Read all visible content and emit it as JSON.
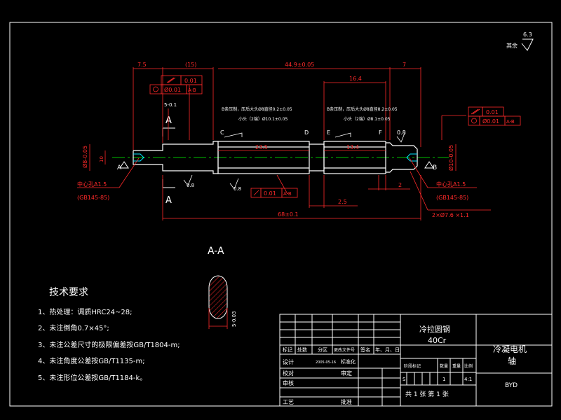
{
  "dims": {
    "d_7_5": "7.5",
    "d_15": "(15)",
    "d_44_9": "44.9±0.05",
    "d_7": "7",
    "d_16_4": "16.4",
    "d_23_5": "23.5",
    "d_13_4": "13.4",
    "d_68": "68±0.1",
    "d_2_5": "2.5",
    "d_2": "2",
    "d_0_8": "0.8",
    "d_0_8b": "0.8",
    "d_0_8c": "0.8",
    "d_dia_left": "Ø8-0.05",
    "d_dia_left2": "10",
    "d_dia_right": "Ø10-0.05",
    "d_key_depth": "5-0.1",
    "d_chamfer": "2×Ø7.6 ×1.1",
    "d_section_dim": "5-0.03"
  },
  "tolerance": {
    "left_top": "0.01",
    "left_bottom": "Ø0.01",
    "left_bottom_ref": "A-B",
    "right_top": "0.01",
    "right_bottom": "Ø0.01",
    "right_bottom_ref": "A-B",
    "mid": "0.01",
    "mid_ref": "A-B"
  },
  "notes": {
    "knurl_left_1": "B条压制，压后大头Ø8直径0.2±0.05",
    "knurl_left_2": "小头（2端）Ø10.1±0.05",
    "knurl_right_1": "B条压制，压后大头Ø8直径8.2±0.05",
    "knurl_right_2": "小头（2端）Ø8.1±0.05"
  },
  "center_holes": {
    "left_line1": "中心孔A1.5",
    "left_line2": "(GB145-85)",
    "right_line1": "中心孔A1.5",
    "right_line2": "(GB145-85)"
  },
  "labels": {
    "A": "A",
    "B": "B",
    "C": "C",
    "D": "D",
    "E": "E",
    "F": "F",
    "sec_A_top": "A",
    "sec_A_bottom": "A",
    "section_title": "A-A",
    "roughness": "6.3",
    "roughness_rest": "其余"
  },
  "tech": {
    "title": "技术要求",
    "items": [
      "1、热处理：调质HRC24~28;",
      "2、未注倒角0.7×45°;",
      "3、未注公差尺寸的极限偏差按GB/T1804-m;",
      "4、未注角度公差按GB/T1135-m;",
      "5、未注形位公差按GB/T1184-k。"
    ]
  },
  "title_block": {
    "material_1": "冷拉圆钢",
    "material_2": "40Cr",
    "part_1": "冷凝电机",
    "part_2": "轴",
    "company": "BYD",
    "row_headers": [
      "标记",
      "处数",
      "分区",
      "更改文件号",
      "签名",
      "年、月、日"
    ],
    "design": "设计",
    "design_date": "2005-05-16",
    "standard": "标准化",
    "check": "校对",
    "review": "审核",
    "process": "工艺",
    "approve": "审定",
    "ratify": "批准",
    "stage_mark": "阶段标记",
    "qty": "数量",
    "weight": "重量",
    "scale_lbl": "比例",
    "stage_val": "S",
    "qty_val": "1",
    "scale_val": "4:1",
    "sheets": "共 1 张 第 1 张"
  }
}
